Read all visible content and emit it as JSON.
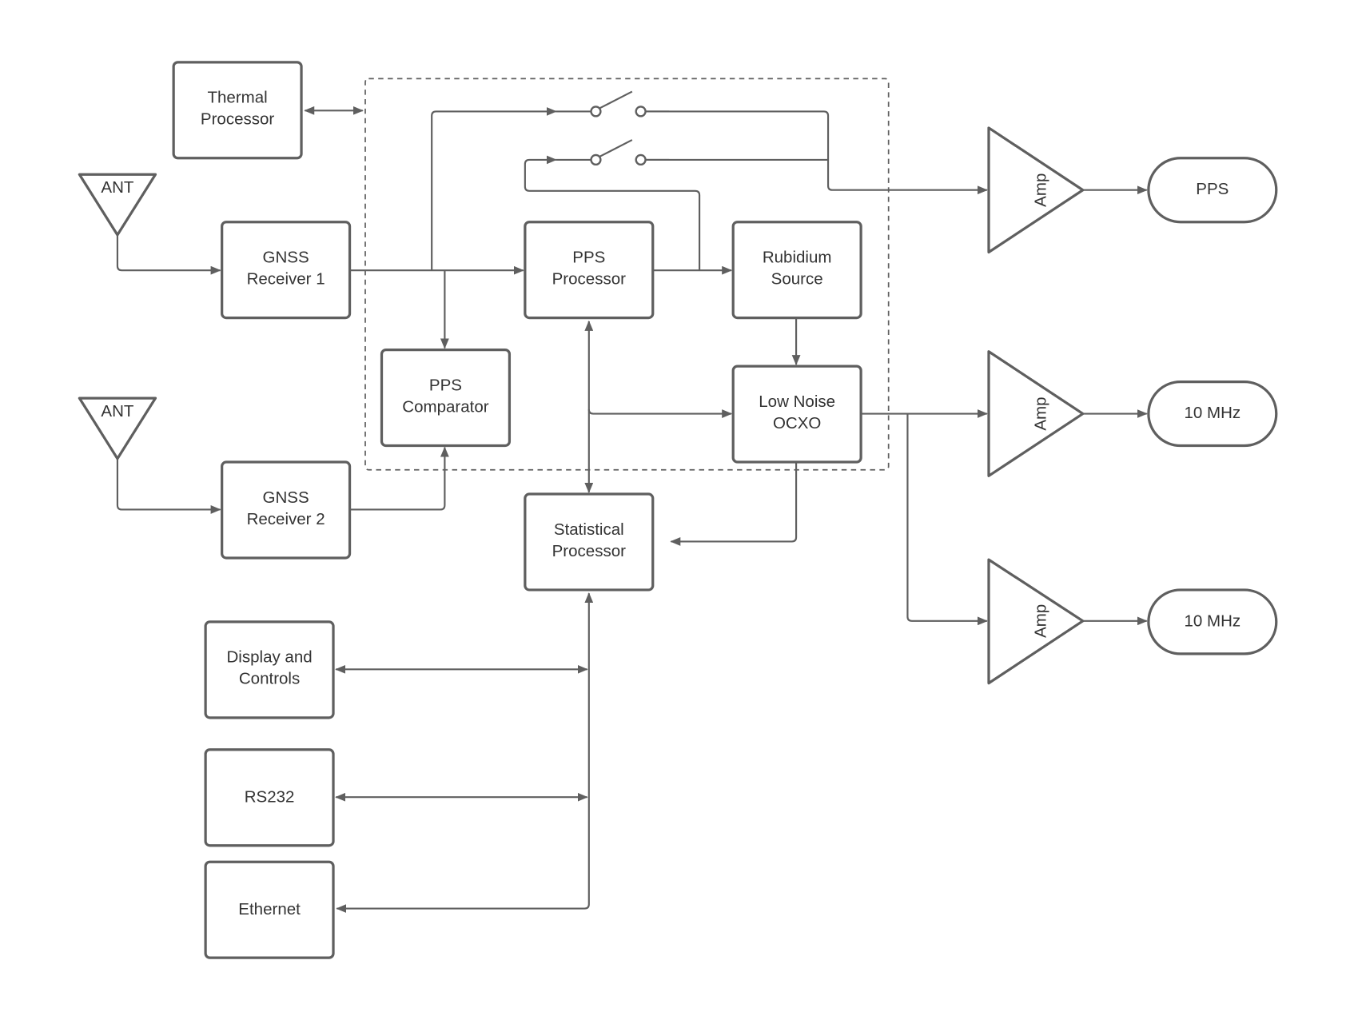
{
  "diagram": {
    "type": "block-diagram",
    "blocks": {
      "thermal": [
        "Thermal",
        "Processor"
      ],
      "ant1": "ANT",
      "ant2": "ANT",
      "gnss1": [
        "GNSS",
        "Receiver 1"
      ],
      "gnss2": [
        "GNSS",
        "Receiver 2"
      ],
      "pps_proc": [
        "PPS",
        "Processor"
      ],
      "rubidium": [
        "Rubidium",
        "Source"
      ],
      "comparator": [
        "PPS",
        "Comparator"
      ],
      "ocxo": [
        "Low Noise",
        "OCXO"
      ],
      "statistical": [
        "Statistical",
        "Processor"
      ],
      "display": [
        "Display and",
        "Controls"
      ],
      "rs232": "RS232",
      "ethernet": "Ethernet",
      "amp1": "Amp",
      "amp2": "Amp",
      "amp3": "Amp",
      "out_pps": "PPS",
      "out_10mhz_1": "10 MHz",
      "out_10mhz_2": "10 MHz"
    },
    "connections": [
      {
        "from": "ANT 1",
        "to": "GNSS Receiver 1"
      },
      {
        "from": "ANT 2",
        "to": "GNSS Receiver 2"
      },
      {
        "from": "Thermal Processor",
        "to": "Disciplined group",
        "bidirectional": true
      },
      {
        "from": "GNSS Receiver 1",
        "to": "PPS Processor"
      },
      {
        "from": "GNSS Receiver 1",
        "to": "PPS Comparator"
      },
      {
        "from": "GNSS Receiver 1",
        "to": "Switch 1"
      },
      {
        "from": "GNSS Receiver 2",
        "to": "PPS Comparator"
      },
      {
        "from": "PPS Processor",
        "to": "Rubidium Source"
      },
      {
        "from": "PPS Processor",
        "to": "Switch 2"
      },
      {
        "from": "Switches",
        "to": "Amp (PPS)"
      },
      {
        "from": "Rubidium Source",
        "to": "Low Noise OCXO"
      },
      {
        "from": "PPS Processor",
        "to": "Low Noise OCXO"
      },
      {
        "from": "PPS Processor",
        "to": "Statistical Processor",
        "bidirectional": true
      },
      {
        "from": "Low Noise OCXO",
        "to": "Statistical Processor"
      },
      {
        "from": "Low Noise OCXO",
        "to": "Amp (10 MHz) x2"
      },
      {
        "from": "Amp",
        "to": "PPS"
      },
      {
        "from": "Amp",
        "to": "10 MHz"
      },
      {
        "from": "Statistical Processor",
        "to": "Display and Controls",
        "bidirectional": true
      },
      {
        "from": "Statistical Processor",
        "to": "RS232",
        "bidirectional": true
      },
      {
        "from": "Statistical Processor",
        "to": "Ethernet"
      }
    ]
  }
}
